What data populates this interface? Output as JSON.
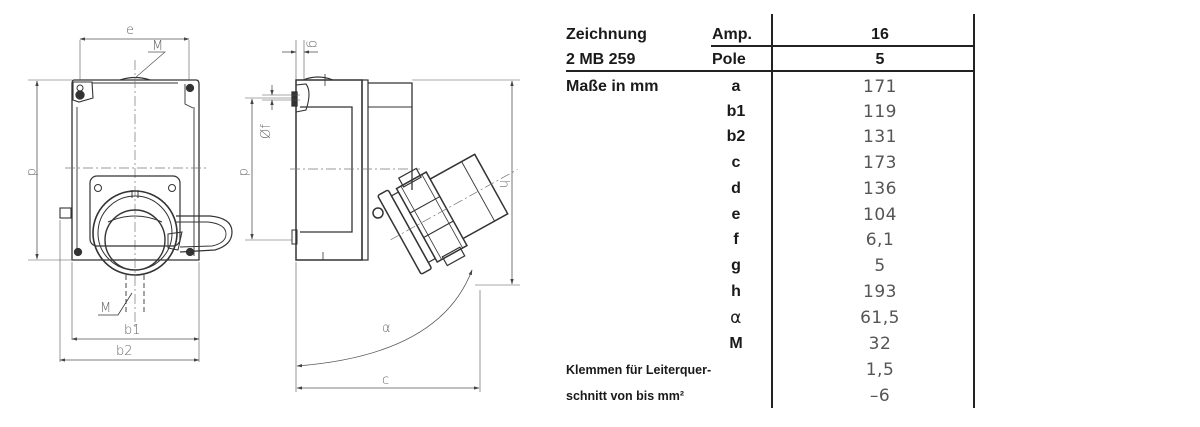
{
  "drawing": {
    "front_view_labels": {
      "e": "e",
      "M_top": "M",
      "d": "d",
      "M_bottom": "M",
      "b1": "b1",
      "b2": "b2"
    },
    "side_view_labels": {
      "g": "g",
      "f": "Øf",
      "d": "d",
      "h": "h",
      "alpha": "α",
      "c": "c"
    }
  },
  "table": {
    "header": {
      "drawing_label": "Zeichnung",
      "drawing_number": "2 MB 259",
      "amp_label": "Amp.",
      "amp_value": "16",
      "pole_label": "Pole",
      "pole_value": "5"
    },
    "dimensions_label": "Maße in mm",
    "rows": [
      {
        "symbol": "a",
        "value": "171"
      },
      {
        "symbol": "b1",
        "value": "119"
      },
      {
        "symbol": "b2",
        "value": "131"
      },
      {
        "symbol": "c",
        "value": "173"
      },
      {
        "symbol": "d",
        "value": "136"
      },
      {
        "symbol": "e",
        "value": "104"
      },
      {
        "symbol": "f",
        "value": "6,1"
      },
      {
        "symbol": "g",
        "value": "5"
      },
      {
        "symbol": "h",
        "value": "193"
      },
      {
        "symbol": "α",
        "value": "61,5"
      },
      {
        "symbol": "M",
        "value": "32"
      }
    ],
    "terminals": {
      "label_line1": "Klemmen für Leiterquer-",
      "label_line2": "schnitt von bis mm²",
      "value_from": "1,5",
      "value_to": "–6"
    }
  }
}
